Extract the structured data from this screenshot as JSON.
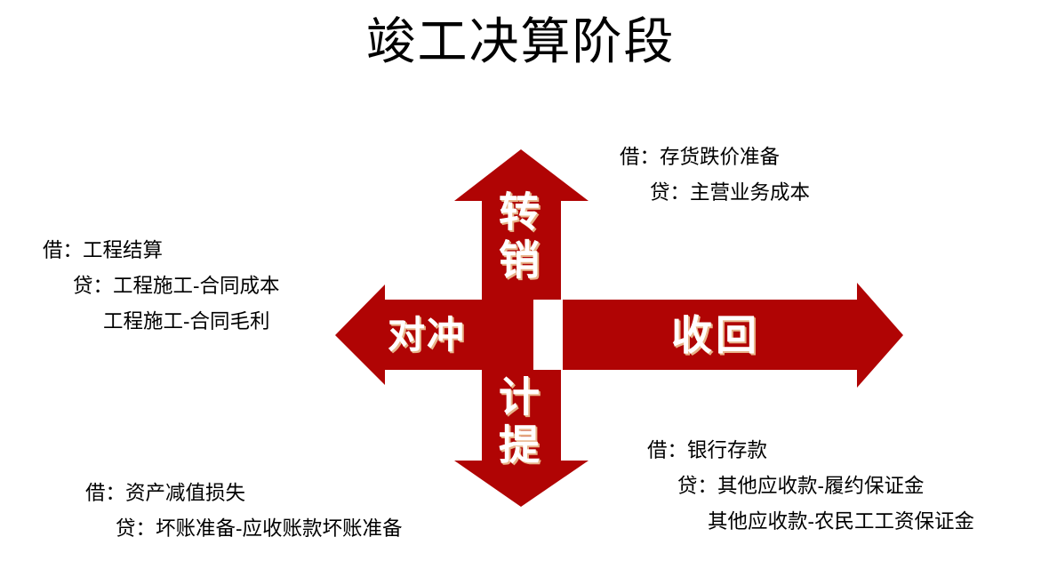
{
  "slide": {
    "title": "竣工决算阶段",
    "background_color": "#FFFFFF",
    "accent_color": "#B00404",
    "text_color": "#000000",
    "label_text_color": "#FFFFFF",
    "label_shadow_color": "#E8B48A"
  },
  "arrows": {
    "up": {
      "label": "转销",
      "direction": "up"
    },
    "down": {
      "label": "计提",
      "direction": "down"
    },
    "left": {
      "label": "对冲",
      "direction": "left"
    },
    "right": {
      "label": "收回",
      "direction": "right"
    }
  },
  "notes": {
    "top_right": {
      "lines": [
        {
          "text": "借：存货跌价准备",
          "indent": 0
        },
        {
          "text": "贷：主营业务成本",
          "indent": 1
        }
      ]
    },
    "left": {
      "lines": [
        {
          "text": "借：工程结算",
          "indent": 0
        },
        {
          "text": "贷：工程施工-合同成本",
          "indent": 1
        },
        {
          "text": "工程施工-合同毛利",
          "indent": 2
        }
      ]
    },
    "bottom_left": {
      "lines": [
        {
          "text": "借：资产减值损失",
          "indent": 0
        },
        {
          "text": "贷：坏账准备-应收账款坏账准备",
          "indent": 1
        }
      ]
    },
    "bottom_right": {
      "lines": [
        {
          "text": "借：银行存款",
          "indent": 0
        },
        {
          "text": "贷：其他应收款-履约保证金",
          "indent": 1
        },
        {
          "text": "其他应收款-农民工工资保证金",
          "indent": 2
        }
      ]
    }
  }
}
